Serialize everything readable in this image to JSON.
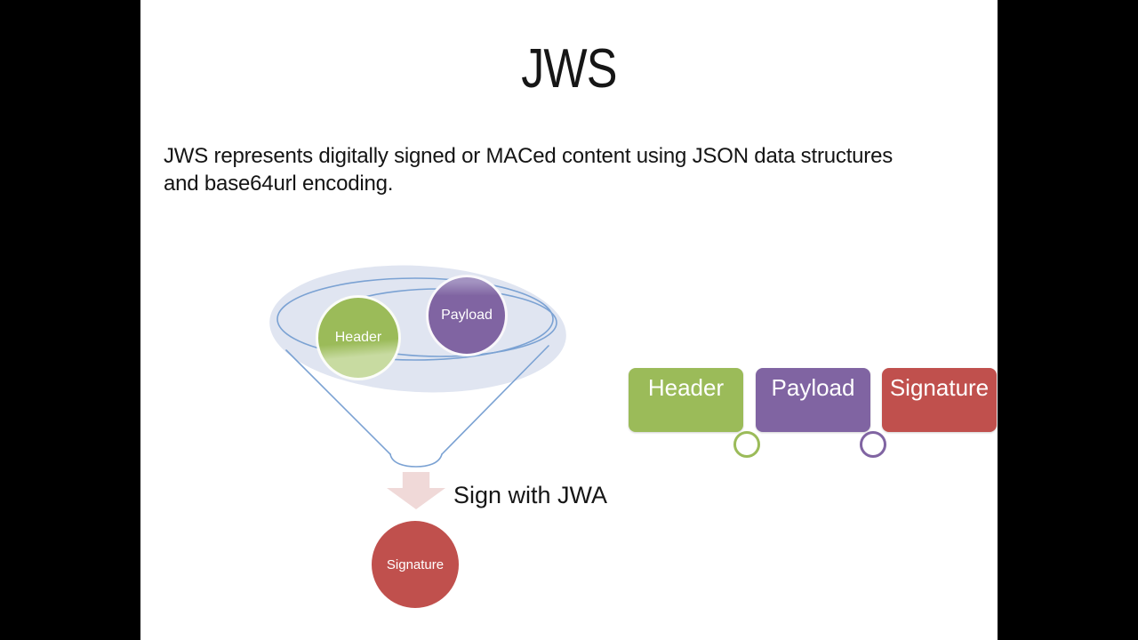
{
  "slide": {
    "title": "JWS",
    "body_lines": [
      "JWS represents digitally signed or MACed content using JSON data structures",
      "and base64url encoding."
    ]
  },
  "funnel": {
    "header_label": "Header",
    "payload_label": "Payload",
    "arrow_caption": "Sign with JWA",
    "signature_label": "Signature"
  },
  "sequence": {
    "boxes": [
      {
        "label": "Header",
        "color": "#9bbb59"
      },
      {
        "label": "Payload",
        "color": "#8064a2"
      },
      {
        "label": "Signature",
        "color": "#c0504d"
      }
    ],
    "connectors": [
      {
        "color": "#9bbb59"
      },
      {
        "color": "#8064a2"
      }
    ]
  },
  "colors": {
    "letterbox": "#000000",
    "slide_background": "#ffffff",
    "text": "#161616",
    "green": "#9bbb59",
    "green_light": "#c8dba1",
    "purple": "#8064a2",
    "purple_light": "#a393c1",
    "red": "#c0504d",
    "funnel_fill": "#e0e5f1",
    "funnel_outline": "#7ba2d3",
    "arrow_pink": "#f0d9d8"
  }
}
